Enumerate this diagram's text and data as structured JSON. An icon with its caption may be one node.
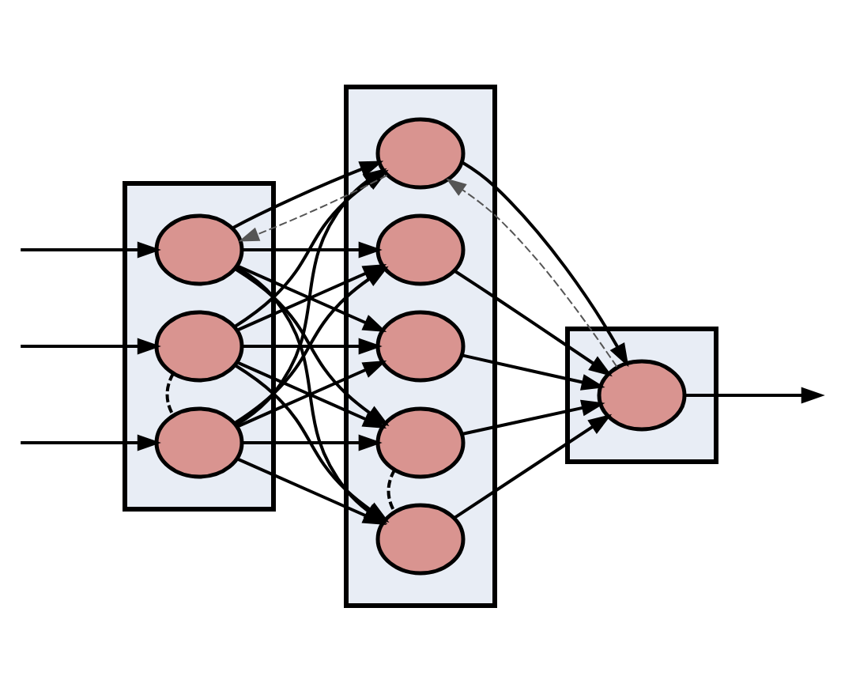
{
  "diagram": {
    "nodes": [
      {
        "text": [],
        "shape": "box"
      },
      {
        "text": [],
        "shape": "box"
      },
      {
        "text": [],
        "shape": "box"
      },
      {
        "text": [],
        "shape": "circle",
        "in": 0
      },
      {
        "text": [],
        "shape": "circle",
        "in": 0
      },
      {
        "text": [],
        "shape": "circle",
        "in": 0
      },
      {
        "text": [],
        "shape": "circle",
        "in": 1
      },
      {
        "text": [],
        "shape": "circle",
        "in": 1
      },
      {
        "text": [],
        "shape": "circle",
        "in": 1
      },
      {
        "text": [],
        "shape": "circle",
        "in": 1
      },
      {
        "text": [],
        "shape": "circle",
        "in": 1
      },
      {
        "text": [],
        "shape": "circle",
        "in": 2
      }
    ],
    "edges": [
      {
        "from": null,
        "to": 3,
        "arrow": "to"
      },
      {
        "from": null,
        "to": 4,
        "arrow": "to"
      },
      {
        "from": null,
        "to": 5,
        "arrow": "to"
      },
      {
        "from": 4,
        "to": 5,
        "arrow": "none",
        "style": "dashed"
      },
      {
        "from": 3,
        "to": 6,
        "arrow": "to"
      },
      {
        "from": 3,
        "to": 7,
        "arrow": "to"
      },
      {
        "from": 3,
        "to": 8,
        "arrow": "to"
      },
      {
        "from": 3,
        "to": 9,
        "arrow": "to"
      },
      {
        "from": 3,
        "to": 10,
        "arrow": "to"
      },
      {
        "from": 4,
        "to": 6,
        "arrow": "to"
      },
      {
        "from": 4,
        "to": 7,
        "arrow": "to"
      },
      {
        "from": 4,
        "to": 8,
        "arrow": "to"
      },
      {
        "from": 4,
        "to": 9,
        "arrow": "to"
      },
      {
        "from": 4,
        "to": 10,
        "arrow": "to"
      },
      {
        "from": 5,
        "to": 6,
        "arrow": "to"
      },
      {
        "from": 5,
        "to": 7,
        "arrow": "to"
      },
      {
        "from": 5,
        "to": 8,
        "arrow": "to"
      },
      {
        "from": 5,
        "to": 9,
        "arrow": "to"
      },
      {
        "from": 5,
        "to": 10,
        "arrow": "to"
      },
      {
        "from": 9,
        "to": 10,
        "arrow": "none",
        "style": "dashed"
      },
      {
        "from": 6,
        "to": 11,
        "arrow": "to"
      },
      {
        "from": 7,
        "to": 11,
        "arrow": "to"
      },
      {
        "from": 8,
        "to": 11,
        "arrow": "to"
      },
      {
        "from": 9,
        "to": 11,
        "arrow": "to"
      },
      {
        "from": 10,
        "to": 11,
        "arrow": "to"
      },
      {
        "from": 11,
        "to": null,
        "arrow": "to"
      },
      {
        "from": 11,
        "to": 6,
        "arrow": "to",
        "style": "dashed",
        "color": "#555555"
      },
      {
        "from": 6,
        "to": 3,
        "arrow": "to",
        "style": "dashed",
        "color": "#555555"
      }
    ]
  }
}
